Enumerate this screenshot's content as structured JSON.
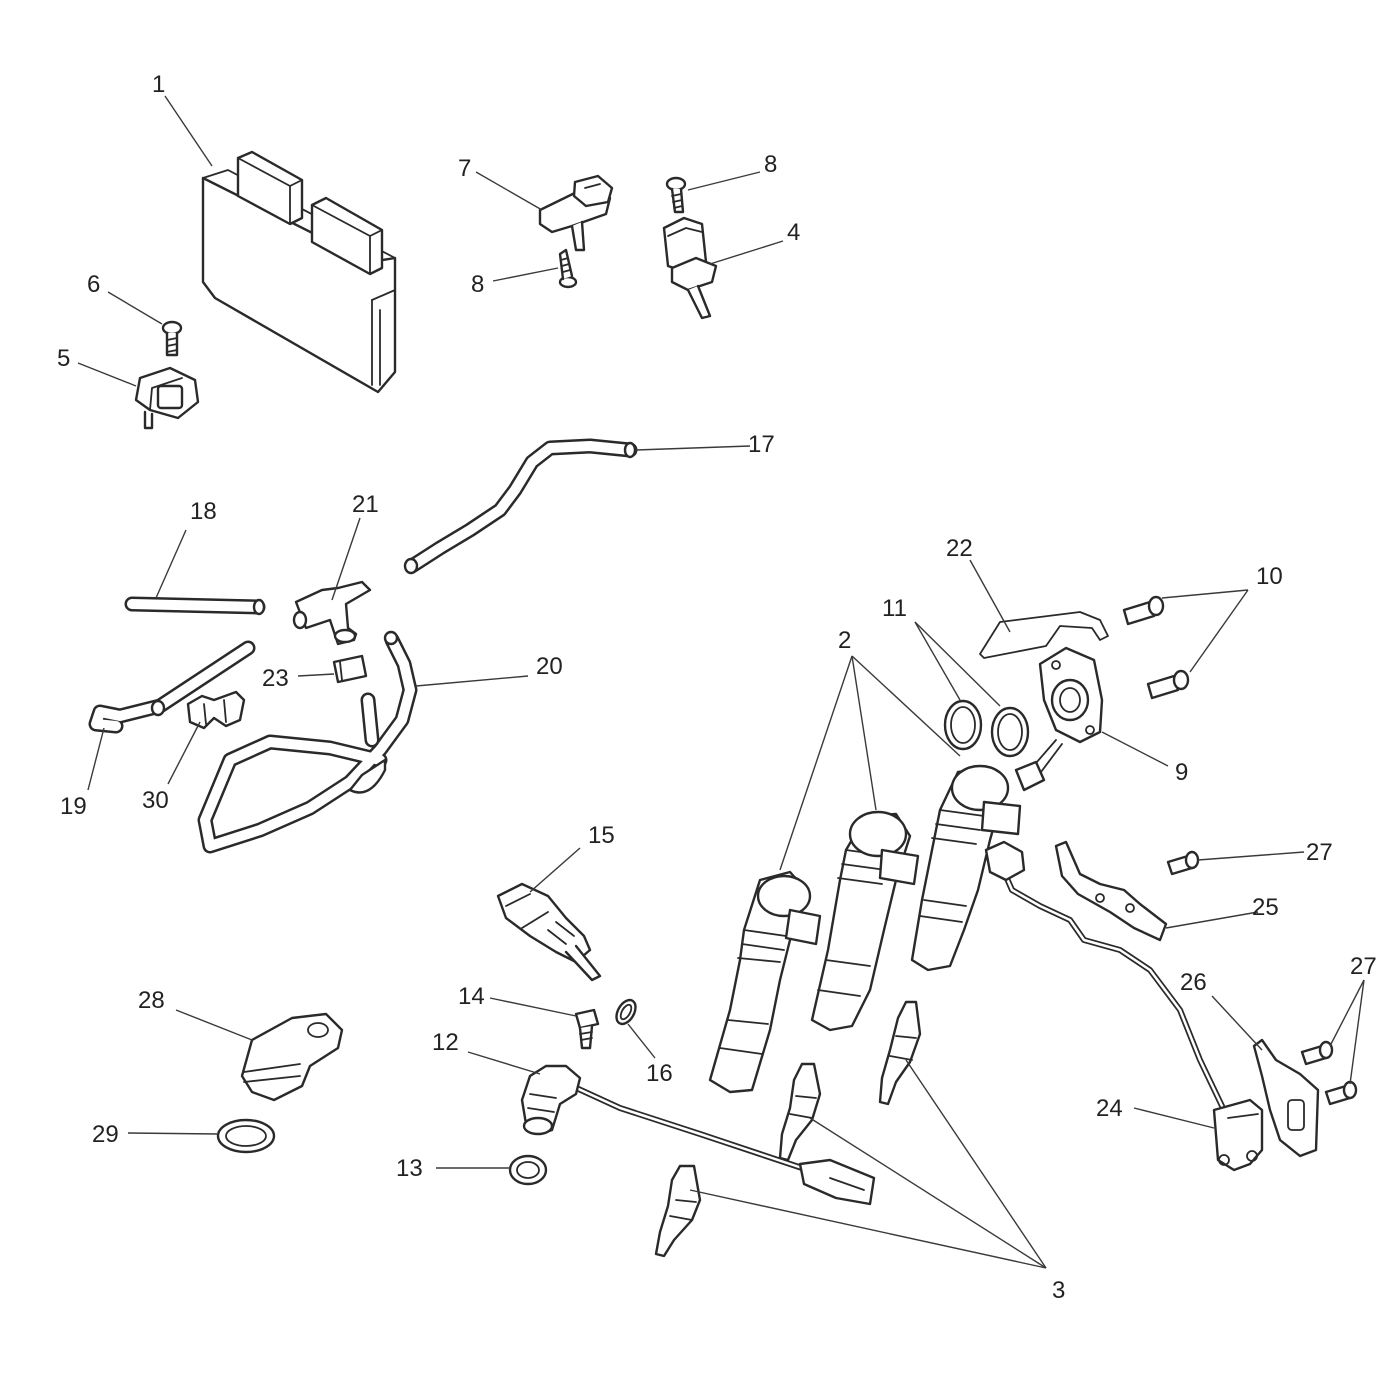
{
  "callouts": [
    {
      "id": "1",
      "label": "1"
    },
    {
      "id": "2",
      "label": "2"
    },
    {
      "id": "3",
      "label": "3"
    },
    {
      "id": "4",
      "label": "4"
    },
    {
      "id": "5",
      "label": "5"
    },
    {
      "id": "6",
      "label": "6"
    },
    {
      "id": "7",
      "label": "7"
    },
    {
      "id": "8a",
      "label": "8"
    },
    {
      "id": "8b",
      "label": "8"
    },
    {
      "id": "9",
      "label": "9"
    },
    {
      "id": "10",
      "label": "10"
    },
    {
      "id": "11",
      "label": "11"
    },
    {
      "id": "12",
      "label": "12"
    },
    {
      "id": "13",
      "label": "13"
    },
    {
      "id": "14",
      "label": "14"
    },
    {
      "id": "15",
      "label": "15"
    },
    {
      "id": "16",
      "label": "16"
    },
    {
      "id": "17",
      "label": "17"
    },
    {
      "id": "18",
      "label": "18"
    },
    {
      "id": "19",
      "label": "19"
    },
    {
      "id": "20",
      "label": "20"
    },
    {
      "id": "21",
      "label": "21"
    },
    {
      "id": "22",
      "label": "22"
    },
    {
      "id": "23",
      "label": "23"
    },
    {
      "id": "24",
      "label": "24"
    },
    {
      "id": "25",
      "label": "25"
    },
    {
      "id": "26",
      "label": "26"
    },
    {
      "id": "27a",
      "label": "27"
    },
    {
      "id": "27b",
      "label": "27"
    },
    {
      "id": "28",
      "label": "28"
    },
    {
      "id": "29",
      "label": "29"
    },
    {
      "id": "30",
      "label": "30"
    }
  ]
}
